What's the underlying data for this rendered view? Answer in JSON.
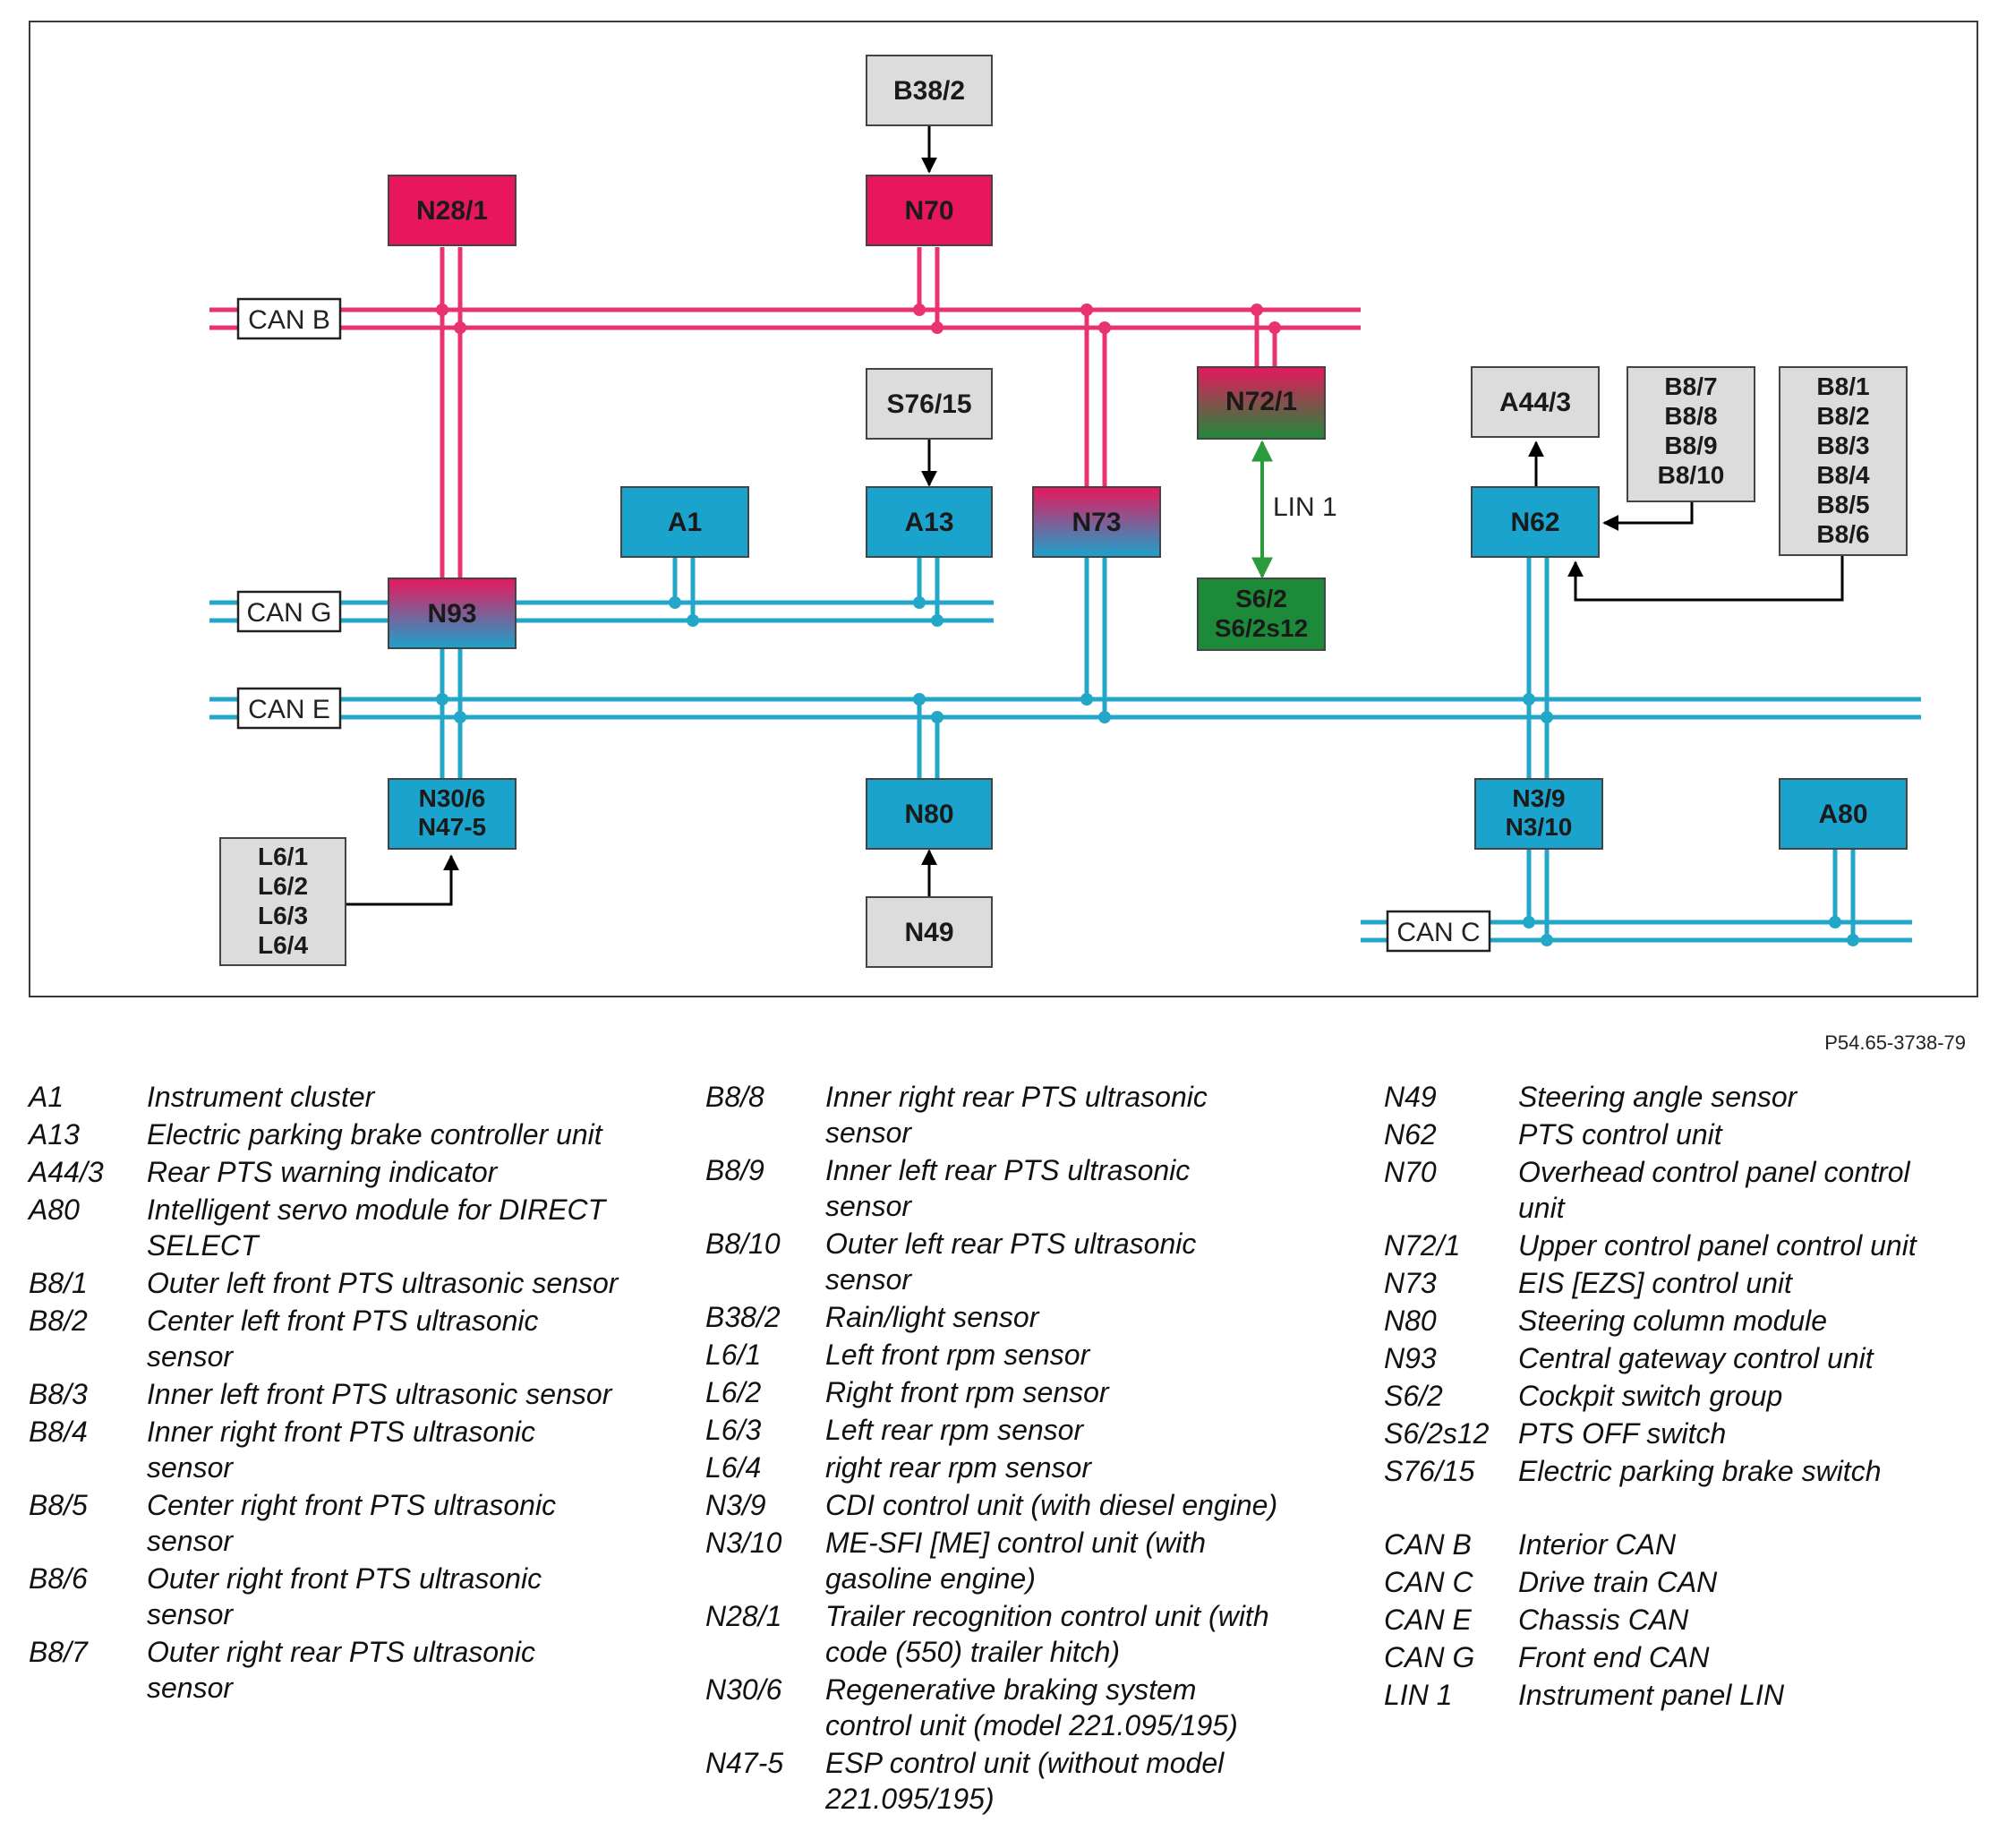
{
  "figure_ref": "P54.65-3738-79",
  "colors": {
    "can_b": "#e8336e",
    "can_blue": "#23a7c8",
    "lin": "#2a9a3c",
    "box_pink": "#e8175d",
    "box_blue": "#1aa3cc",
    "box_green": "#1d8a3a",
    "box_gray": "#dcdcdc"
  },
  "diagram": {
    "buses": {
      "can_b": "CAN B",
      "can_g": "CAN G",
      "can_e": "CAN E",
      "can_c": "CAN C",
      "lin_1": "LIN 1"
    },
    "boxes": {
      "b38_2": "B38/2",
      "n28_1": "N28/1",
      "n70": "N70",
      "s76_15": "S76/15",
      "n72_1": "N72/1",
      "a44_3": "A44/3",
      "b8_rear": [
        "B8/7",
        "B8/8",
        "B8/9",
        "B8/10"
      ],
      "b8_front": [
        "B8/1",
        "B8/2",
        "B8/3",
        "B8/4",
        "B8/5",
        "B8/6"
      ],
      "a1": "A1",
      "a13": "A13",
      "n73": "N73",
      "n62": "N62",
      "n93": "N93",
      "s6_2": [
        "S6/2",
        "S6/2s12"
      ],
      "n30_6": [
        "N30/6",
        "N47-5"
      ],
      "n80": "N80",
      "n3_9": [
        "N3/9",
        "N3/10"
      ],
      "a80": "A80",
      "l6": [
        "L6/1",
        "L6/2",
        "L6/3",
        "L6/4"
      ],
      "n49": "N49"
    }
  },
  "legend": {
    "col1": [
      {
        "code": "A1",
        "desc": "Instrument cluster"
      },
      {
        "code": "A13",
        "desc": "Electric parking brake controller unit"
      },
      {
        "code": "A44/3",
        "desc": "Rear PTS warning indicator"
      },
      {
        "code": "A80",
        "desc": "Intelligent servo module for DIRECT SELECT"
      },
      {
        "code": "B8/1",
        "desc": "Outer left front PTS ultrasonic sensor"
      },
      {
        "code": "B8/2",
        "desc": "Center left front PTS ultrasonic sensor"
      },
      {
        "code": "B8/3",
        "desc": "Inner left front PTS ultrasonic sensor"
      },
      {
        "code": "B8/4",
        "desc": "Inner right front PTS ultrasonic sensor"
      },
      {
        "code": "B8/5",
        "desc": "Center right front PTS ultrasonic sensor"
      },
      {
        "code": "B8/6",
        "desc": "Outer right front PTS ultrasonic sensor"
      },
      {
        "code": "B8/7",
        "desc": "Outer right rear PTS ultrasonic sensor"
      }
    ],
    "col2": [
      {
        "code": "B8/8",
        "desc": "Inner right rear PTS ultrasonic sensor"
      },
      {
        "code": "B8/9",
        "desc": "Inner left rear PTS ultrasonic sensor"
      },
      {
        "code": "B8/10",
        "desc": "Outer left rear PTS ultrasonic sensor"
      },
      {
        "code": "B38/2",
        "desc": "Rain/light sensor"
      },
      {
        "code": "L6/1",
        "desc": "Left front rpm sensor"
      },
      {
        "code": "L6/2",
        "desc": "Right front rpm sensor"
      },
      {
        "code": "L6/3",
        "desc": "Left rear rpm sensor"
      },
      {
        "code": "L6/4",
        "desc": "right rear rpm sensor"
      },
      {
        "code": "N3/9",
        "desc": "CDI control unit (with diesel engine)"
      },
      {
        "code": "N3/10",
        "desc": "ME-SFI [ME] control unit (with gasoline engine)"
      },
      {
        "code": "N28/1",
        "desc": "Trailer recognition control unit (with code (550) trailer hitch)"
      },
      {
        "code": "N30/6",
        "desc": "Regenerative braking system control unit (model 221.095/195)"
      },
      {
        "code": "N47-5",
        "desc": "ESP control unit (without model 221.095/195)"
      }
    ],
    "col3": [
      {
        "code": "N49",
        "desc": "Steering angle sensor"
      },
      {
        "code": "N62",
        "desc": "PTS control unit"
      },
      {
        "code": "N70",
        "desc": "Overhead control panel control unit"
      },
      {
        "code": "N72/1",
        "desc": "Upper control panel control unit"
      },
      {
        "code": "N73",
        "desc": "EIS [EZS] control unit"
      },
      {
        "code": "N80",
        "desc": "Steering column module"
      },
      {
        "code": "N93",
        "desc": "Central gateway control unit"
      },
      {
        "code": "S6/2",
        "desc": "Cockpit switch group"
      },
      {
        "code": "S6/2s12",
        "desc": "PTS OFF switch"
      },
      {
        "code": "S76/15",
        "desc": "Electric parking brake switch"
      }
    ],
    "col3b": [
      {
        "code": "CAN B",
        "desc": "Interior CAN"
      },
      {
        "code": "CAN C",
        "desc": "Drive train CAN"
      },
      {
        "code": "CAN E",
        "desc": "Chassis CAN"
      },
      {
        "code": "CAN G",
        "desc": "Front end CAN"
      },
      {
        "code": "LIN 1",
        "desc": "Instrument panel LIN"
      }
    ]
  }
}
